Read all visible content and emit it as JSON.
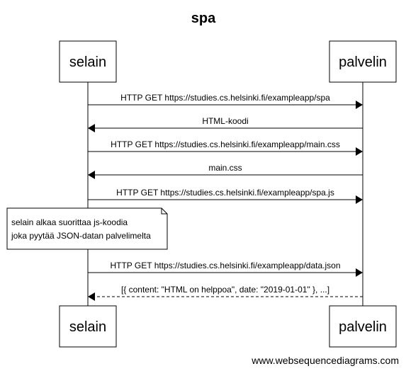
{
  "title": "spa",
  "watermark": "www.websequencediagrams.com",
  "actors": [
    {
      "id": "browser",
      "label": "selain"
    },
    {
      "id": "server",
      "label": "palvelin"
    }
  ],
  "steps": [
    {
      "kind": "message",
      "from": "browser",
      "to": "server",
      "label": "HTTP GET https://studies.cs.helsinki.fi/exampleapp/spa",
      "style": "solid"
    },
    {
      "kind": "message",
      "from": "server",
      "to": "browser",
      "label": "HTML-koodi",
      "style": "solid"
    },
    {
      "kind": "message",
      "from": "browser",
      "to": "server",
      "label": "HTTP GET https://studies.cs.helsinki.fi/exampleapp/main.css",
      "style": "solid"
    },
    {
      "kind": "message",
      "from": "server",
      "to": "browser",
      "label": "main.css",
      "style": "solid"
    },
    {
      "kind": "message",
      "from": "browser",
      "to": "server",
      "label": "HTTP GET https://studies.cs.helsinki.fi/exampleapp/spa.js",
      "style": "solid"
    },
    {
      "kind": "note",
      "over": "browser",
      "lines": [
        "selain alkaa suorittaa js-koodia",
        "joka pyytää JSON-datan palvelimelta"
      ]
    },
    {
      "kind": "message",
      "from": "browser",
      "to": "server",
      "label": "HTTP GET https://studies.cs.helsinki.fi/exampleapp/data.json",
      "style": "solid"
    },
    {
      "kind": "message",
      "from": "server",
      "to": "browser",
      "label": "[{ content: \"HTML on helppoa\", date: \"2019-01-01\" }, ...]",
      "style": "dashed"
    }
  ]
}
